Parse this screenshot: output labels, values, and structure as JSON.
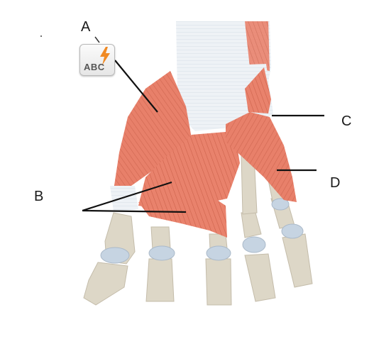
{
  "labels": {
    "a": "A",
    "b": "B",
    "c": "C",
    "d": "D"
  },
  "widget": {
    "text": "ABC",
    "icon": "lightning-bolt-icon",
    "bolt_color": "#f08a24"
  },
  "colors": {
    "muscle": "#e8806a",
    "muscle_stripe": "#c9583f",
    "tendon": "#eef2f6",
    "bone": "#ddd7c7",
    "cartilage": "#c6d4e2",
    "leader": "#111111"
  }
}
